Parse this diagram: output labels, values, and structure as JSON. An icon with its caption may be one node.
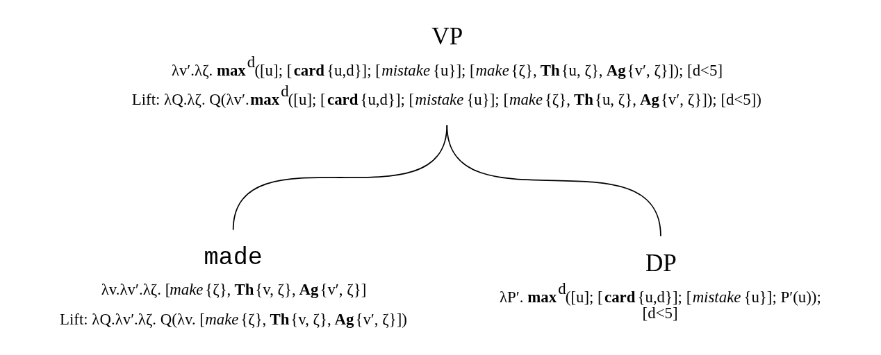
{
  "diagram": {
    "nodes": [
      {
        "text": [
          "VP",
          "λv′.λζ. **max**$^{d}$([u]; [**card**{u,d}]; [*mistake*{u}]; [*make*{ζ}, **Th**{u, ζ}, **Ag**{v′, ζ}]); [d<5]",
          "Lift: λQ.λζ. Q(λv′.**max**$^{d}$([u]; [**card**{u,d}]; [*mistake*{u}]; [*make*{ζ}, **Th**{u, ζ}, **Ag**{v′, ζ}]); [d<5])"
        ]
      },
      {
        "text": [
          "made",
          "λv.λv′.λζ. [*make*{ζ}, **Th**{v, ζ}, **Ag**{v′, ζ}]",
          "Lift: λQ.λv′.λζ. Q(λv. [*make*{ζ}, **Th**{v, ζ}, **Ag**{v′, ζ}])"
        ]
      },
      {
        "text": [
          "DP",
          "λP′. **max**$^{d}$([u]; [**card**{u,d}]; [*mistake*{u}]; P′(u)); [d<5]"
        ]
      }
    ],
    "edges": [
      {
        "from": 0,
        "to": 1,
        "arrow": "none"
      },
      {
        "from": 0,
        "to": 2,
        "arrow": "none"
      }
    ]
  }
}
